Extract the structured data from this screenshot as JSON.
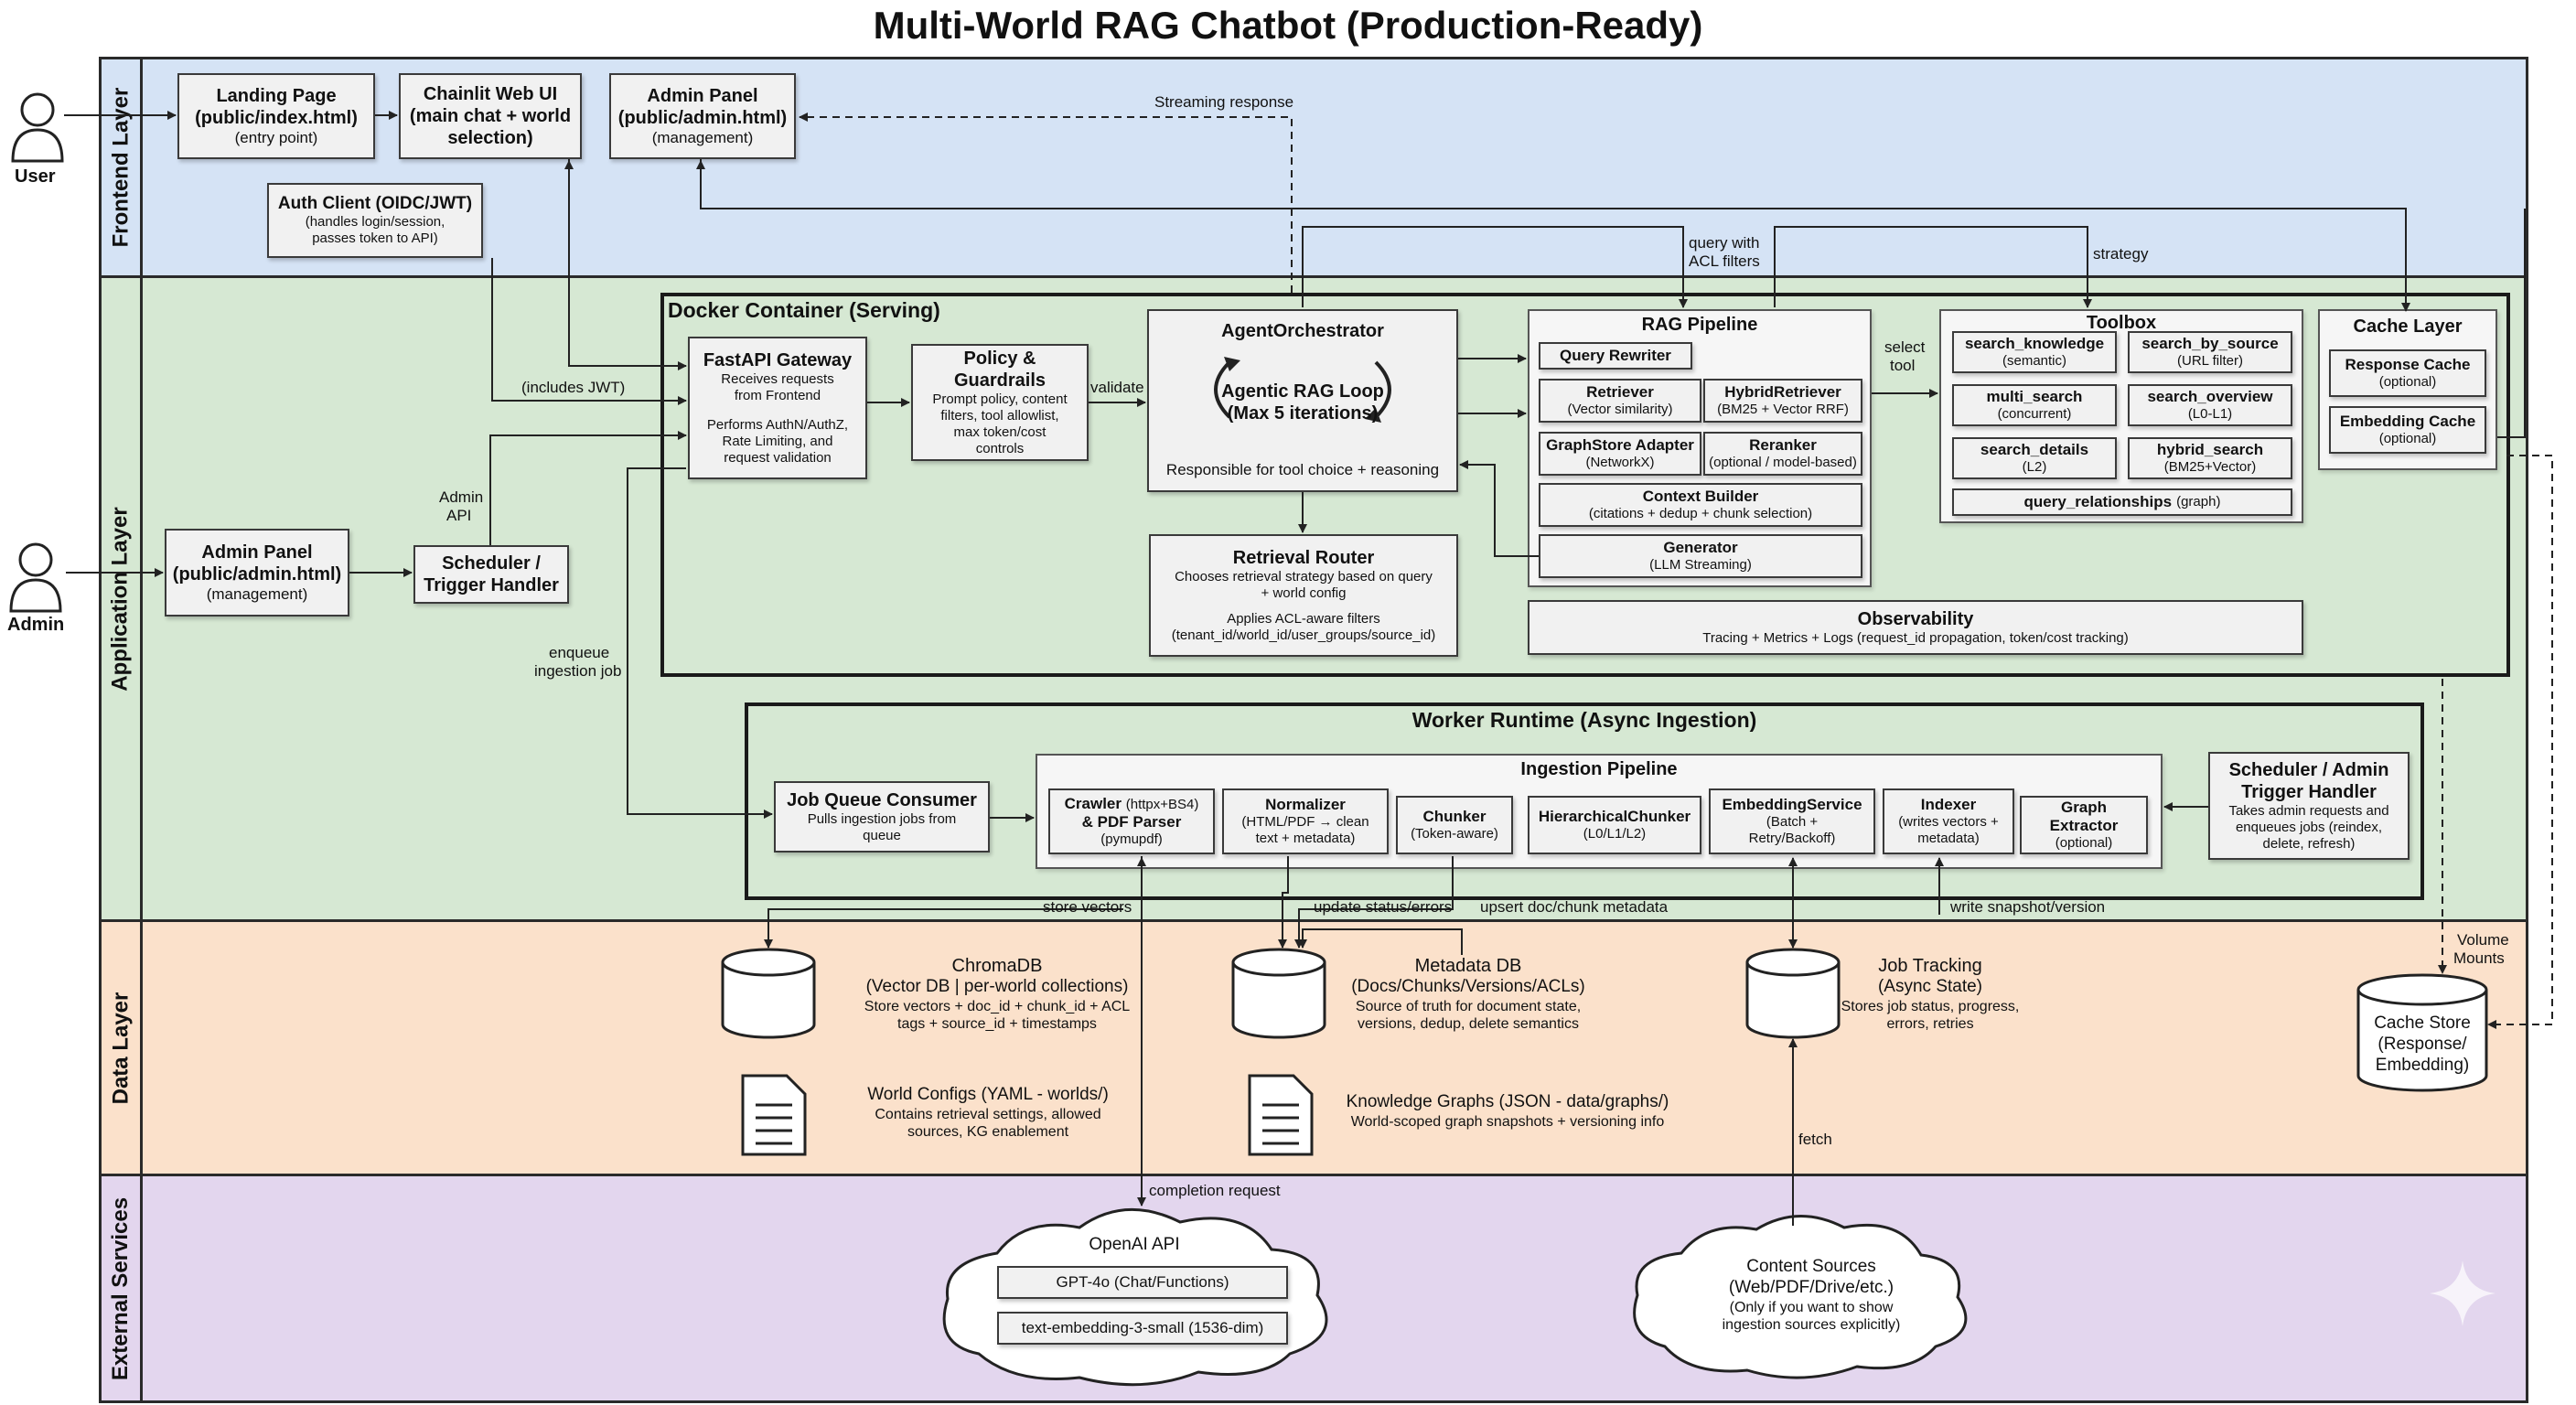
{
  "title": "Multi-World RAG Chatbot (Production-Ready)",
  "layers": {
    "frontend": "Frontend Layer",
    "application": "Application Layer",
    "data": "Data Layer",
    "external": "External Services"
  },
  "actors": {
    "user": "User",
    "admin": "Admin"
  },
  "frontend": {
    "landing": {
      "title": "Landing Page",
      "sub1": "(public/index.html)",
      "sub2": "(entry point)"
    },
    "chainlit": {
      "title": "Chainlit Web UI",
      "sub1": "(main chat + world",
      "sub2": "selection)"
    },
    "admin_panel": {
      "title": "Admin Panel",
      "sub1": "(public/admin.html)",
      "sub2": "(management)"
    },
    "auth": {
      "title": "Auth Client (OIDC/JWT)",
      "sub1": "(handles login/session,",
      "sub2": "passes token to API)"
    }
  },
  "app": {
    "admin_panel": {
      "title": "Admin Panel",
      "sub1": "(public/admin.html)",
      "sub2": "(management)"
    },
    "scheduler": {
      "title": "Scheduler /",
      "sub1": "Trigger Handler"
    },
    "docker_title": "Docker Container (Serving)",
    "fastapi": {
      "title": "FastAPI Gateway",
      "l1": "Receives requests",
      "l2": "from Frontend",
      "l3": "Performs AuthN/AuthZ,",
      "l4": "Rate Limiting, and",
      "l5": "request validation"
    },
    "policy": {
      "title": "Policy & Guardrails",
      "l1": "Prompt policy, content",
      "l2": "filters, tool allowlist,",
      "l3": "max token/cost",
      "l4": "controls"
    },
    "agent": {
      "title": "AgentOrchestrator",
      "loop1": "Agentic RAG Loop",
      "loop2": "(Max 5 iterations)",
      "foot": "Responsible for tool choice + reasoning"
    },
    "router": {
      "title": "Retrieval Router",
      "l1": "Chooses retrieval strategy based on query",
      "l2": "+ world config",
      "l3": "Applies ACL-aware filters",
      "l4": "(tenant_id/world_id/user_groups/source_id)"
    },
    "rag": {
      "title": "RAG Pipeline",
      "query_rewriter": "Query Rewriter",
      "retriever": "Retriever",
      "retriever_sub": "(Vector similarity)",
      "hybrid": "HybridRetriever",
      "hybrid_sub": "(BM25 + Vector RRF)",
      "graphstore": "GraphStore Adapter",
      "graphstore_sub": "(NetworkX)",
      "reranker": "Reranker",
      "reranker_sub": "(optional / model-based)",
      "context": "Context Builder",
      "context_sub": "(citations + dedup + chunk selection)",
      "generator": "Generator",
      "generator_sub": "(LLM Streaming)"
    },
    "toolbox": {
      "title": "Toolbox",
      "items": [
        {
          "name": "search_knowledge",
          "sub": "(semantic)"
        },
        {
          "name": "search_by_source",
          "sub": "(URL filter)"
        },
        {
          "name": "multi_search",
          "sub": "(concurrent)"
        },
        {
          "name": "search_overview",
          "sub": "(L0-L1)"
        },
        {
          "name": "search_details",
          "sub": "(L2)"
        },
        {
          "name": "hybrid_search",
          "sub": "(BM25+Vector)"
        }
      ],
      "graph_tool": "query_relationships",
      "graph_tool_sub": "(graph)"
    },
    "cache": {
      "title": "Cache Layer",
      "response": "Response Cache",
      "response_sub": "(optional)",
      "embedding": "Embedding Cache",
      "embedding_sub": "(optional)"
    },
    "observability": {
      "title": "Observability",
      "sub": "Tracing + Metrics + Logs (request_id propagation, token/cost tracking)"
    },
    "worker_title": "Worker Runtime (Async Ingestion)",
    "job_queue": {
      "title": "Job Queue Consumer",
      "l1": "Pulls ingestion jobs from",
      "l2": "queue"
    },
    "ingestion": {
      "title": "Ingestion Pipeline",
      "crawler": "Crawler",
      "crawler_extra": "(httpx+BS4)",
      "crawler2": "& PDF Parser",
      "crawler_sub": "(pymupdf)",
      "normalizer": "Normalizer",
      "normalizer_sub1": "(HTML/PDF → clean",
      "normalizer_sub2": "text + metadata)",
      "chunker": "Chunker",
      "chunker_sub": "(Token-aware)",
      "hier": "HierarchicalChunker",
      "hier_sub": "(L0/L1/L2)",
      "embed": "EmbeddingService",
      "embed_sub1": "(Batch +",
      "embed_sub2": "Retry/Backoff)",
      "indexer": "Indexer",
      "indexer_sub1": "(writes vectors +",
      "indexer_sub2": "metadata)",
      "graph": "Graph Extractor",
      "graph_sub": "(optional)"
    },
    "sched_admin": {
      "title1": "Scheduler / Admin",
      "title2": "Trigger Handler",
      "l1": "Takes admin requests and",
      "l2": "enqueues jobs (reindex,",
      "l3": "delete, refresh)"
    }
  },
  "data": {
    "chroma": {
      "title": "ChromaDB",
      "sub": "(Vector DB | per-world collections)",
      "l1": "Store vectors + doc_id + chunk_id + ACL",
      "l2": "tags + source_id + timestamps"
    },
    "metadata": {
      "title": "Metadata DB",
      "sub": "(Docs/Chunks/Versions/ACLs)",
      "l1": "Source of truth for document state,",
      "l2": "versions, dedup, delete semantics"
    },
    "jobs": {
      "title": "Job Tracking",
      "sub": "(Async State)",
      "l1": "Stores job status, progress,",
      "l2": "errors, retries"
    },
    "cache_store": {
      "l1": "Cache Store",
      "l2": "(Response/",
      "l3": "Embedding)"
    },
    "world_configs": {
      "title": "World Configs (YAML - worlds/)",
      "l1": "Contains retrieval settings, allowed",
      "l2": "sources, KG enablement"
    },
    "kg": {
      "title": "Knowledge Graphs (JSON - data/graphs/)",
      "l1": "World-scoped graph snapshots + versioning info"
    }
  },
  "external": {
    "openai": {
      "title": "OpenAI API",
      "m1": "GPT-4o (Chat/Functions)",
      "m2": "text-embedding-3-small (1536-dim)"
    },
    "sources": {
      "title": "Content Sources",
      "sub": "(Web/PDF/Drive/etc.)",
      "l1": "(Only if you want to show",
      "l2": "ingestion sources explicitly)"
    }
  },
  "edges": {
    "streaming": "Streaming response",
    "query_acl1": "query with",
    "query_acl2": "ACL filters",
    "strategy": "strategy",
    "select_tool1": "select",
    "select_tool2": "tool",
    "validate": "validate",
    "includes_jwt": "(includes JWT)",
    "admin_api1": "Admin",
    "admin_api2": "API",
    "enqueue1": "enqueue",
    "enqueue2": "ingestion job",
    "store_vectors": "store vectors",
    "update_status": "update status/errors",
    "upsert": "upsert doc/chunk metadata",
    "write_snapshot": "write snapshot/version",
    "volume1": "Volume",
    "volume2": "Mounts",
    "completion": "completion request",
    "fetch": "fetch"
  }
}
